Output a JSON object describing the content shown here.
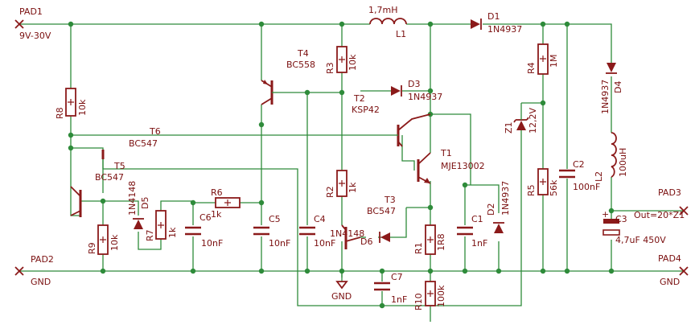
{
  "pads": {
    "pad1": {
      "name": "PAD1",
      "value": "9V-30V"
    },
    "pad2": {
      "name": "PAD2",
      "value": "GND"
    },
    "pad3": {
      "name": "PAD3",
      "value": "Out=20*Z1"
    },
    "pad4": {
      "name": "PAD4",
      "value": "GND"
    }
  },
  "inductors": {
    "l1": {
      "name": "L1",
      "value": "1,7mH"
    },
    "l2": {
      "name": "L2",
      "value": "100uH"
    }
  },
  "diodes": {
    "d1": {
      "name": "D1",
      "value": "1N4937"
    },
    "d2": {
      "name": "D2",
      "value": "1N4937"
    },
    "d3": {
      "name": "D3",
      "value": "1N4937"
    },
    "d4": {
      "name": "D4",
      "value": "1N4937"
    },
    "d5": {
      "name": "D5",
      "value": "1N4148"
    },
    "d6": {
      "name": "D6",
      "value": "1N4148"
    },
    "z1": {
      "name": "Z1",
      "value": "12,2V"
    }
  },
  "transistors": {
    "t1": {
      "name": "T1",
      "value": "MJE13002"
    },
    "t2": {
      "name": "T2",
      "value": "KSP42"
    },
    "t3": {
      "name": "T3",
      "value": "BC547"
    },
    "t4": {
      "name": "T4",
      "value": "BC558"
    },
    "t5": {
      "name": "T5",
      "value": "BC547"
    },
    "t6": {
      "name": "T6",
      "value": "BC547"
    }
  },
  "resistors": {
    "r1": {
      "name": "R1",
      "value": "1R8"
    },
    "r2": {
      "name": "R2",
      "value": "1k"
    },
    "r3": {
      "name": "R3",
      "value": "10k"
    },
    "r4": {
      "name": "R4",
      "value": "1M"
    },
    "r5": {
      "name": "R5",
      "value": "56k"
    },
    "r6": {
      "name": "R6",
      "value": "1k"
    },
    "r7": {
      "name": "R7",
      "value": "1k"
    },
    "r8": {
      "name": "R8",
      "value": "10k"
    },
    "r9": {
      "name": "R9",
      "value": "10k"
    },
    "r10": {
      "name": "R10",
      "value": "100k"
    }
  },
  "capacitors": {
    "c1": {
      "name": "C1",
      "value": "1nF"
    },
    "c2": {
      "name": "C2",
      "value": "100nF"
    },
    "c3": {
      "name": "C3",
      "value": "4,7uF 450V"
    },
    "c4": {
      "name": "C4",
      "value": "10nF"
    },
    "c5": {
      "name": "C5",
      "value": "10nF"
    },
    "c6": {
      "name": "C6",
      "value": "10nF"
    },
    "c7": {
      "name": "C7",
      "value": "1nF"
    }
  },
  "ground_symbol": {
    "label": "GND"
  },
  "colors": {
    "wire": "#2e8b3a",
    "component": "#8b1a1a",
    "text": "#7a0f0f",
    "background": "#ffffff"
  }
}
